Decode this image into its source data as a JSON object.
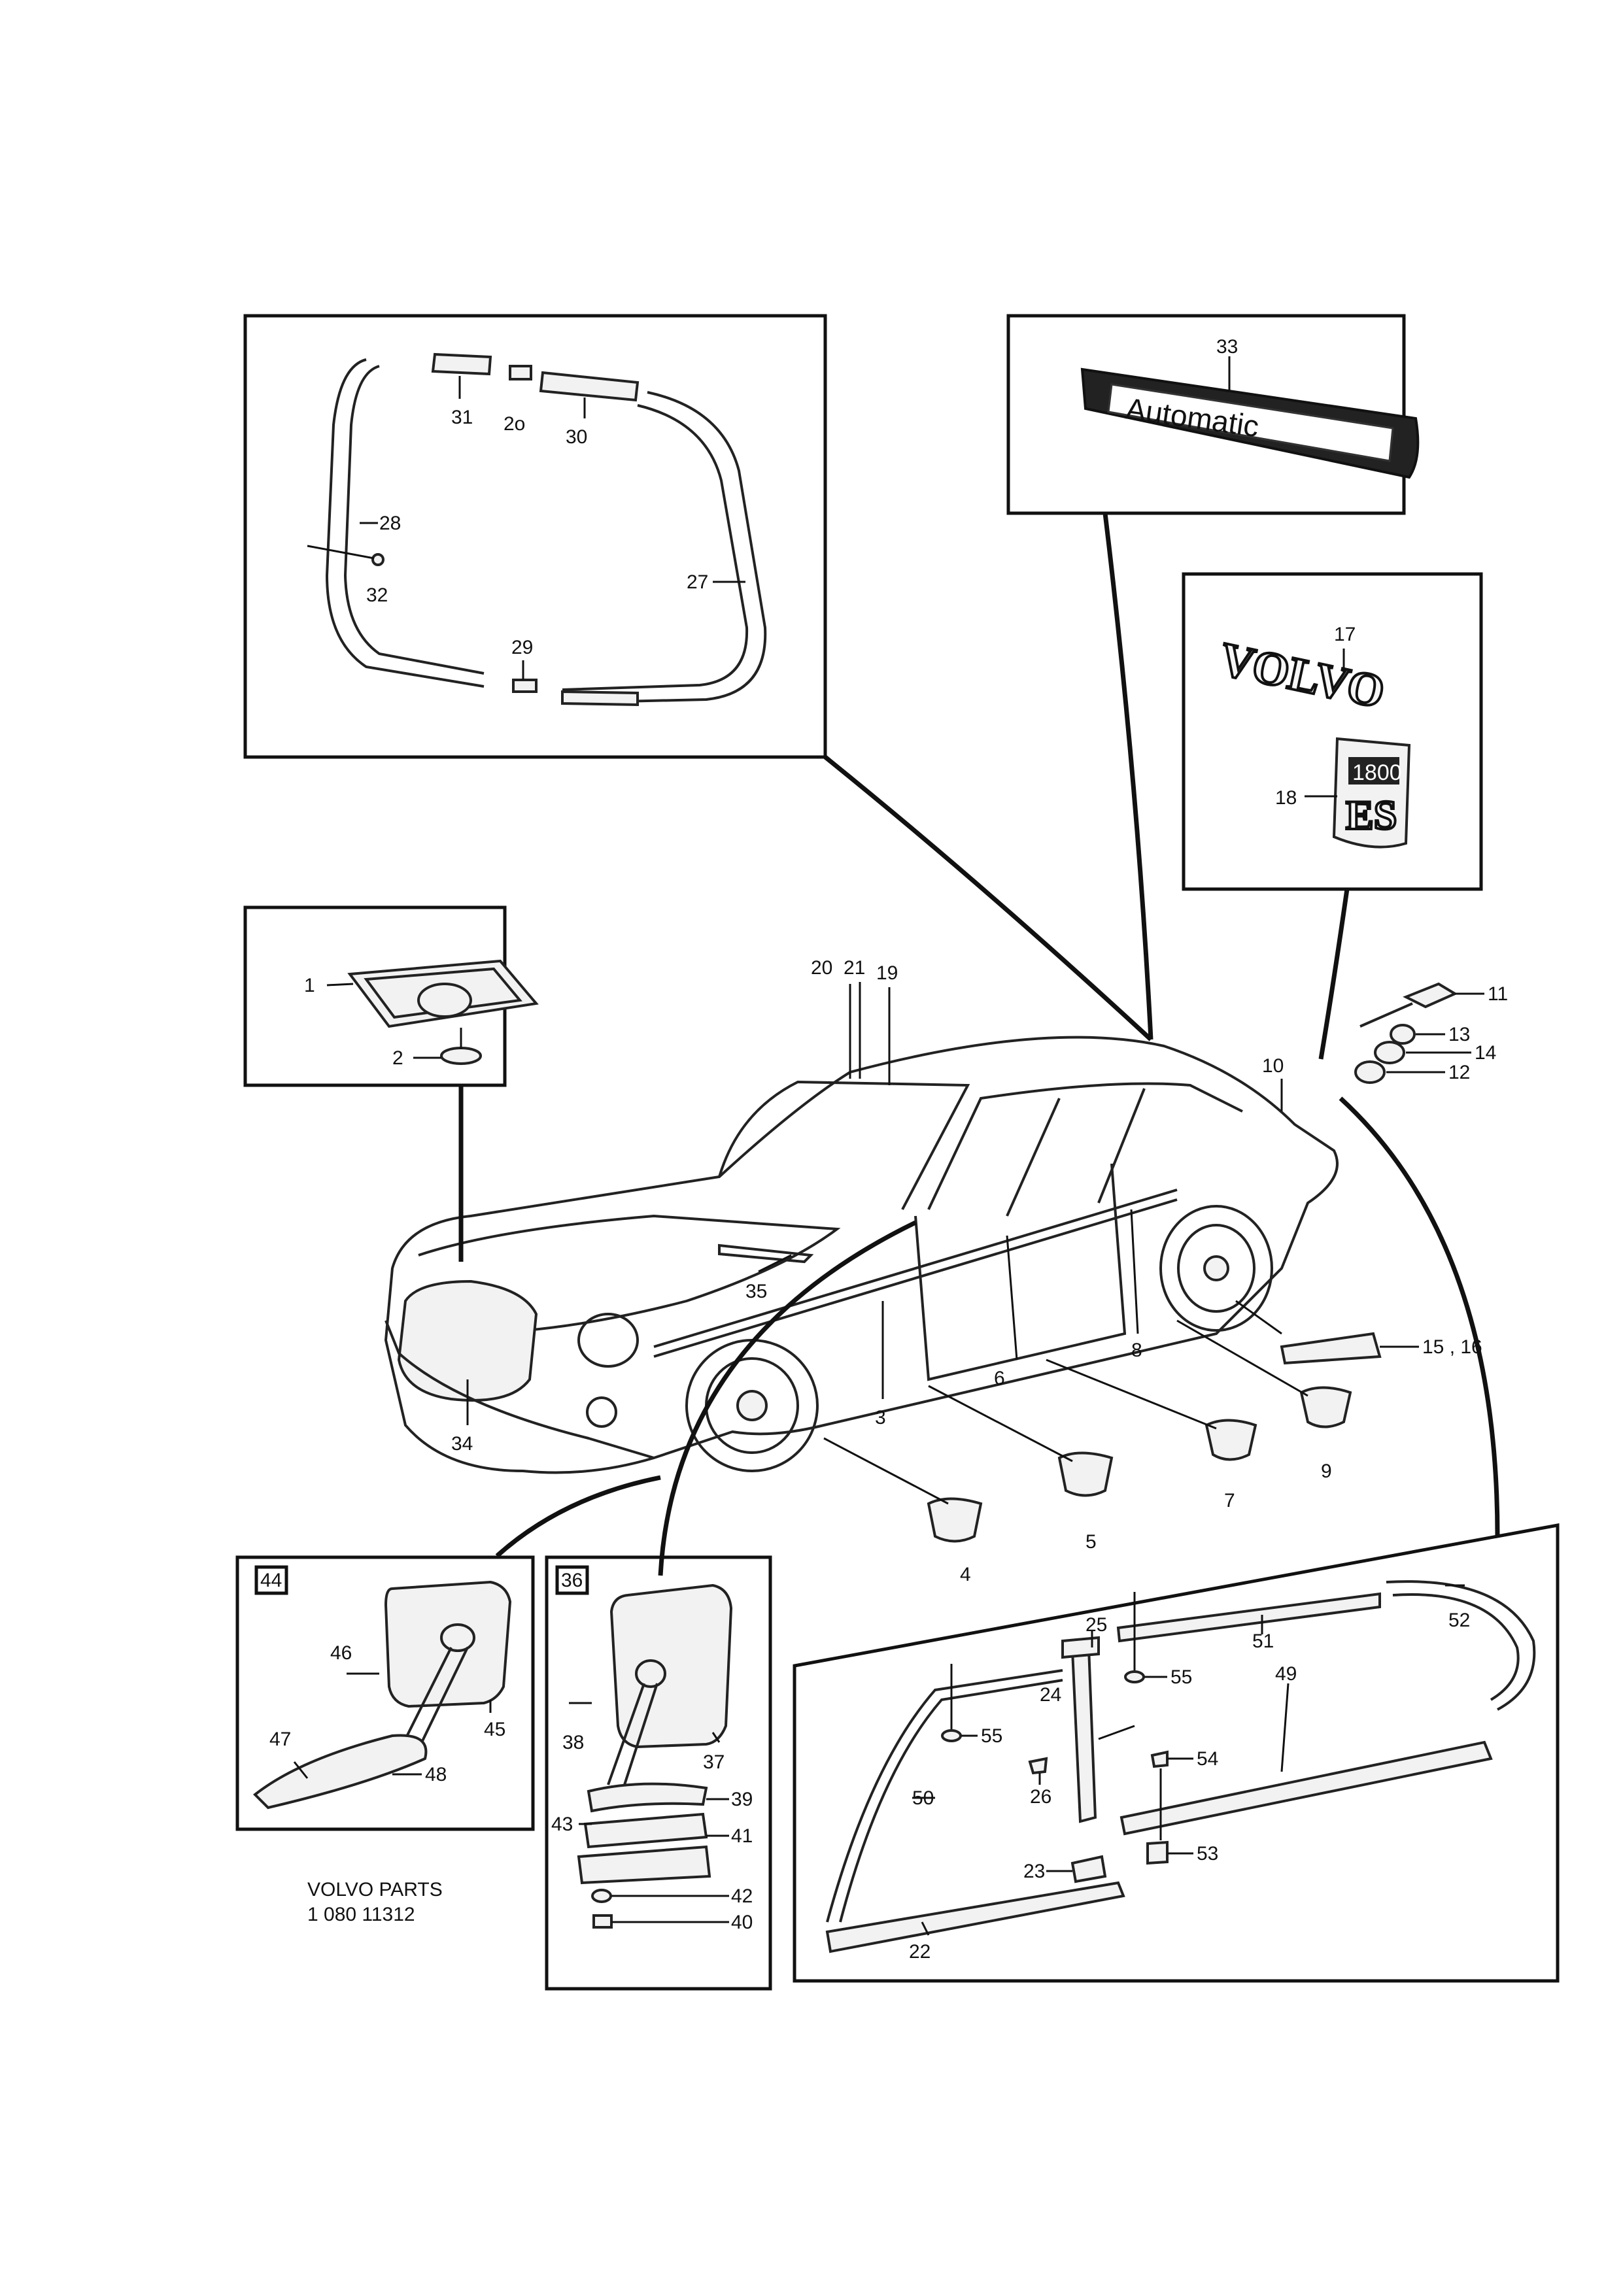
{
  "badge_texts": {
    "automatic": "Automatic",
    "volvo": "VOLVO",
    "model_top": "1800",
    "model_bottom": "ES"
  },
  "box_tags": [
    "44",
    "36"
  ],
  "footer": {
    "line1": "VOLVO PARTS",
    "line2": "1   080  11312"
  },
  "callouts": {
    "c1": "1",
    "c2": "2",
    "c3": "3",
    "c4": "4",
    "c5": "5",
    "c6": "6",
    "c7": "7",
    "c8": "8",
    "c9": "9",
    "c10": "10",
    "c11": "11",
    "c12": "12",
    "c13": "13",
    "c14": "14",
    "c15": "15 , 16",
    "c17": "17",
    "c18": "18",
    "c19": "19",
    "c20": "20",
    "c21": "21",
    "c22": "22",
    "c23": "23",
    "c24": "24",
    "c25": "25",
    "c26": "26",
    "c27": "27",
    "c28": "28",
    "c29": "29",
    "c2o": "2o",
    "c30": "30",
    "c31": "31",
    "c32": "32",
    "c33": "33",
    "c34": "34",
    "c35": "35",
    "c37": "37",
    "c38": "38",
    "c39": "39",
    "c40": "40",
    "c41": "41",
    "c42": "42",
    "c43": "43",
    "c45": "45",
    "c46": "46",
    "c47": "47",
    "c48": "48",
    "c49": "49",
    "c50": "50",
    "c51": "51",
    "c52": "52",
    "c53": "53",
    "c54": "54",
    "c55a": "55",
    "c55b": "55"
  }
}
